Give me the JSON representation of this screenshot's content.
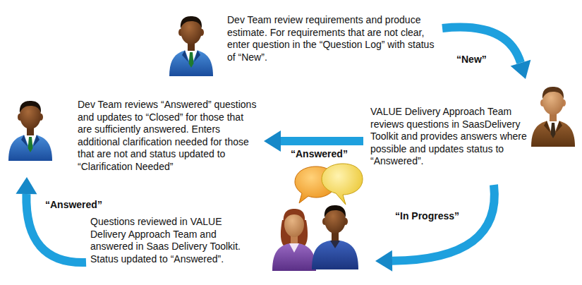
{
  "diagram": {
    "nodes": [
      {
        "text": [
          "Dev Team review requirements and produce estimate. For requirements that are not clear, enter question in the “Question Log” with status of “New”."
        ]
      },
      {
        "text": [
          "VALUE Delivery Approach Team reviews questions in SaasDelivery Toolkit and provides answers where possible and updates status to “Answered”."
        ]
      },
      {
        "text": [
          "Dev Team reviews “Answered” questions and updates to “Closed” for those that are sufficiently answered. Enters additional clarification needed for those that are not and status updated to “Clarification Needed”"
        ]
      },
      {
        "text": [
          "Questions reviewed in VALUE Delivery Approach Team and answered in Saas Delivery Toolkit. Status updated to “Answered”."
        ]
      }
    ],
    "edges": [
      {
        "from": 0,
        "to": 1,
        "arrow": "to",
        "label": "“New”"
      },
      {
        "from": 1,
        "to": 2,
        "arrow": "to",
        "label": "“Answered”"
      },
      {
        "from": 1,
        "to": 3,
        "arrow": "to",
        "label": "“In Progress”"
      },
      {
        "from": 3,
        "to": 2,
        "arrow": "to",
        "label": "“Answered”"
      }
    ]
  }
}
